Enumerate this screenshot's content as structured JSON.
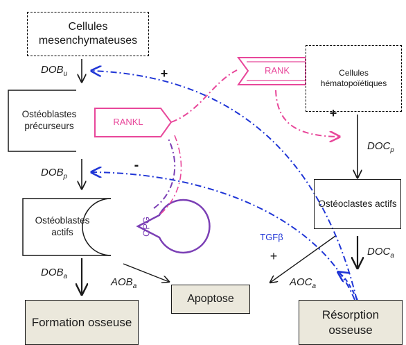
{
  "nodes": {
    "mesenchymal": "Cellules mesenchymateuses",
    "hematopoietic": "Cellules hématopoïétiques",
    "osteoblast_precursors": "Ostéoblastes précurseurs",
    "osteoblast_active": "Ostéoblastes actifs",
    "osteoclast_active": "Ostéoclastes actifs",
    "formation": "Formation osseuse",
    "apoptosis": "Apoptose",
    "resorption": "Résorption osseuse"
  },
  "molecules": {
    "rankl": "RANKL",
    "rank": "RANK",
    "opg": "OPG",
    "tgf": "TGFβ"
  },
  "signs": {
    "plus_top": "+",
    "minus": "-",
    "plus_right": "+",
    "plus_tgf": "+"
  },
  "rates": {
    "dob_u": {
      "base": "DOB",
      "sub": "u"
    },
    "dob_p": {
      "base": "DOB",
      "sub": "p"
    },
    "dob_a": {
      "base": "DOB",
      "sub": "a"
    },
    "aob_a": {
      "base": "AOB",
      "sub": "a"
    },
    "doc_p": {
      "base": "DOC",
      "sub": "p"
    },
    "doc_a": {
      "base": "DOC",
      "sub": "a"
    },
    "aoc_a": {
      "base": "AOC",
      "sub": "a"
    }
  },
  "colors": {
    "activation_pink": "#e8479a",
    "opg_purple": "#7b3fb5",
    "tgf_blue": "#1f35d6",
    "node_fill": "#ebe8dc"
  }
}
